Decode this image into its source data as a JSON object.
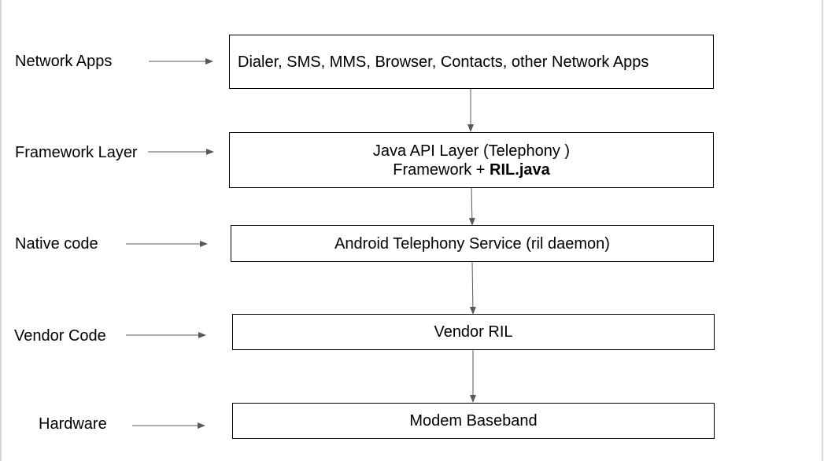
{
  "layers": [
    {
      "label": "Network Apps",
      "box_text": "Dialer, SMS, MMS, Browser, Contacts, other Network Apps"
    },
    {
      "label": "Framework Layer",
      "box_line1": "Java API Layer (Telephony )",
      "box_line2_plain": "Framework + ",
      "box_line2_bold": "RIL.java"
    },
    {
      "label": "Native code",
      "box_text": "Android Telephony Service (ril daemon)"
    },
    {
      "label": "Vendor Code",
      "box_text": "Vendor RIL"
    },
    {
      "label": "Hardware",
      "box_text": "Modem Baseband"
    }
  ],
  "colors": {
    "arrow": "#595959",
    "box_border": "#000000",
    "frame": "#d9d9d9"
  }
}
